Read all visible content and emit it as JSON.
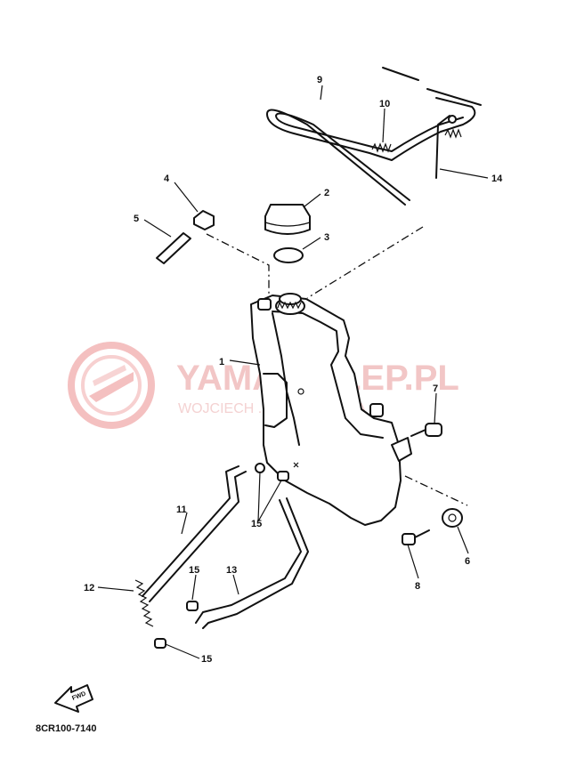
{
  "diagram_code": "8CR100-7140",
  "watermark": {
    "title": "YAMA-SKLEP.PL",
    "subtitle": "WOJCIECH ... SER YAMAHA"
  },
  "front_marker": "FWD",
  "part_labels": {
    "p1": "1",
    "p2": "2",
    "p3": "3",
    "p4": "4",
    "p5": "5",
    "p6": "6",
    "p7": "7",
    "p8": "8",
    "p9": "9",
    "p10": "10",
    "p11": "11",
    "p12": "12",
    "p13": "13",
    "p14": "14",
    "p15a": "15",
    "p15b": "15",
    "p15c": "15"
  }
}
